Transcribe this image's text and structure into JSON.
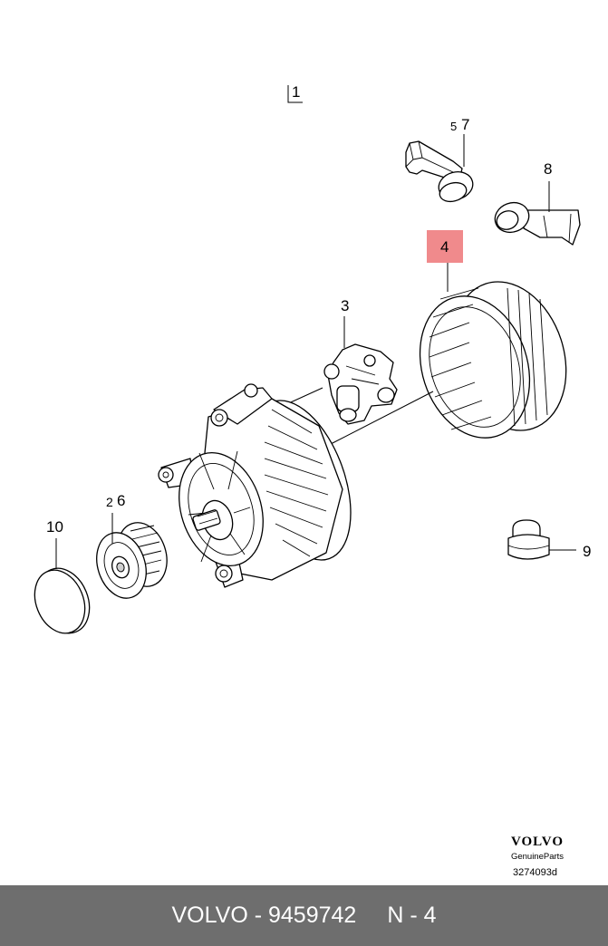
{
  "diagram": {
    "callouts": [
      {
        "id": "1",
        "text": "1"
      },
      {
        "id": "5",
        "text": "5"
      },
      {
        "id": "7",
        "text": "7"
      },
      {
        "id": "8",
        "text": "8"
      },
      {
        "id": "4",
        "text": "4",
        "highlighted": true
      },
      {
        "id": "3",
        "text": "3"
      },
      {
        "id": "2",
        "text": "2"
      },
      {
        "id": "6",
        "text": "6"
      },
      {
        "id": "10",
        "text": "10"
      },
      {
        "id": "9",
        "text": "9"
      }
    ],
    "highlight_color": "#f08a8c"
  },
  "brand": {
    "logo": "VOLVO",
    "tagline": "GenuineParts",
    "doc_number": "3274093d"
  },
  "footer": {
    "part_text": "VOLVO - 9459742",
    "page_text": "N - 4",
    "background": "#6e6e6e"
  }
}
